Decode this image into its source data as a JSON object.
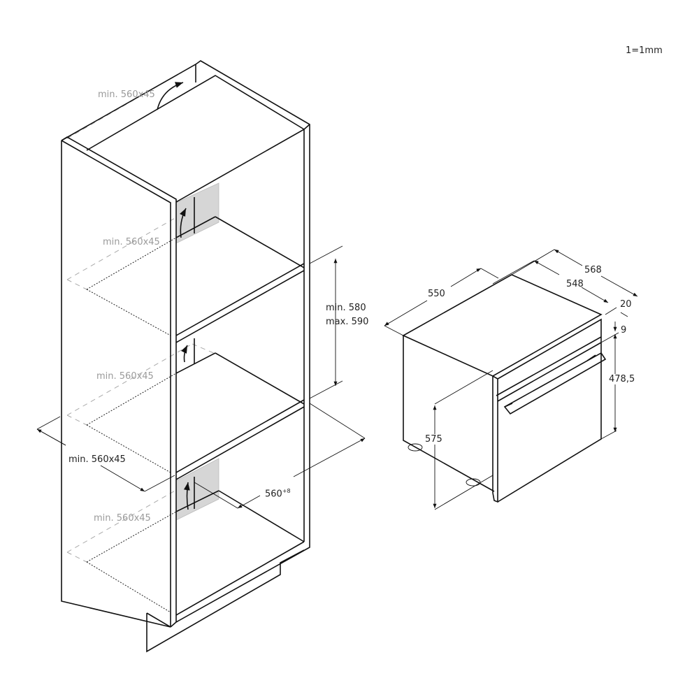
{
  "scale_note": "1=1mm",
  "cabinet": {
    "vent_top": "min. 560x45",
    "vent_upper": "min. 560x45",
    "vent_middle": "min. 560x45",
    "vent_lower": "min. 560x45",
    "depth_dim": "min. 560x45",
    "niche_height_min": "min. 580",
    "niche_height_max": "max. 590",
    "niche_width": "560",
    "niche_width_tolerance": "+8"
  },
  "oven": {
    "depth_body": "550",
    "width_total": "568",
    "width_body": "548",
    "front_thickness": "20",
    "gap": "9",
    "height_front": "478,5",
    "height_body": "575"
  }
}
